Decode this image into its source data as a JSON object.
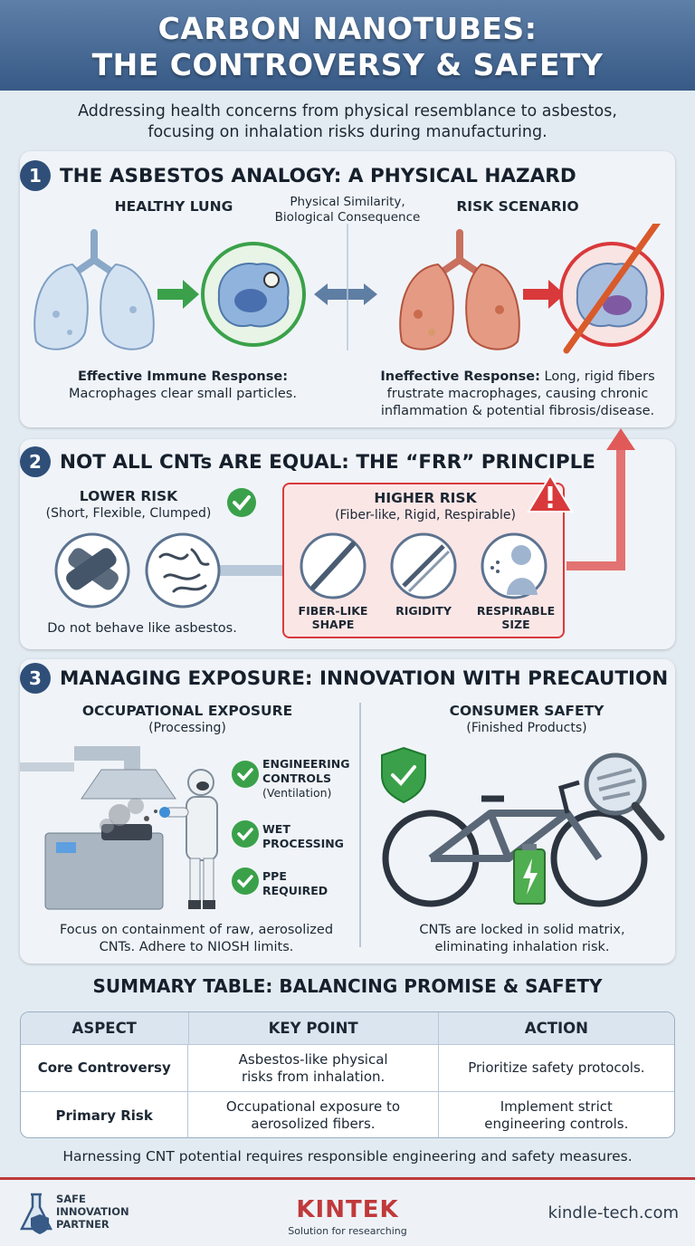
{
  "header": {
    "title_line1": "CARBON NANOTUBES:",
    "title_line2": "THE CONTROVERSY & SAFETY"
  },
  "intro": {
    "line1": "Addressing health concerns from physical resemblance to asbestos,",
    "line2": "focusing on inhalation risks during manufacturing."
  },
  "section1": {
    "number": "1",
    "title": "THE ASBESTOS ANALOGY: A PHYSICAL HAZARD",
    "healthy_label": "HEALTHY LUNG",
    "center_line1": "Physical Similarity,",
    "center_line2": "Biological Consequence",
    "risk_label": "RISK SCENARIO",
    "healthy_bold": "Effective Immune Response:",
    "healthy_text": "Macrophages clear small particles.",
    "risk_bold": "Ineffective Response:",
    "risk_text1": " Long, rigid fibers",
    "risk_text2": "frustrate macrophages, causing chronic",
    "risk_text3": "inflammation & potential fibrosis/disease."
  },
  "section2": {
    "number": "2",
    "title": "NOT ALL CNTs ARE EQUAL: THE “FRR” PRINCIPLE",
    "lower_label": "LOWER RISK",
    "lower_sub": "(Short, Flexible, Clumped)",
    "lower_text": "Do not behave like asbestos.",
    "higher_label": "HIGHER RISK",
    "higher_sub": "(Fiber-like, Rigid, Respirable)",
    "fiber_line1": "FIBER-LIKE",
    "fiber_line2": "SHAPE",
    "rigidity": "RIGIDITY",
    "resp_line1": "RESPIRABLE",
    "resp_line2": "SIZE"
  },
  "section3": {
    "number": "3",
    "title": "MANAGING EXPOSURE: INNOVATION WITH PRECAUTION",
    "occ_label": "OCCUPATIONAL EXPOSURE",
    "occ_sub": "(Processing)",
    "cons_label": "CONSUMER SAFETY",
    "cons_sub": "(Finished Products)",
    "ctrl1_line1": "ENGINEERING",
    "ctrl1_line2": "CONTROLS",
    "ctrl1_line3": "(Ventilation)",
    "ctrl2_line1": "WET",
    "ctrl2_line2": "PROCESSING",
    "ctrl3_line1": "PPE",
    "ctrl3_line2": "REQUIRED",
    "occ_text1": "Focus on containment of raw, aerosolized",
    "occ_text2": "CNTs. Adhere to NIOSH limits.",
    "cons_text1": "CNTs are locked in solid matrix,",
    "cons_text2": "eliminating inhalation risk."
  },
  "summary": {
    "title": "SUMMARY TABLE: BALANCING PROMISE & SAFETY",
    "headers": [
      "ASPECT",
      "KEY POINT",
      "ACTION"
    ],
    "rows": [
      [
        "Core Controversy",
        "Asbestos-like physical risks from inhalation.",
        "Prioritize safety protocols."
      ],
      [
        "Primary Risk",
        "Occupational exposure to aerosolized fibers.",
        "Implement strict engineering controls."
      ]
    ],
    "closing": "Harnessing CNT potential requires responsible engineering and safety measures."
  },
  "footer": {
    "badge_line1": "SAFE",
    "badge_line2": "INNOVATION",
    "badge_line3": "PARTNER",
    "brand": "KINTEK",
    "tagline": "Solution for researching",
    "website": "kindle-tech.com"
  },
  "colors": {
    "accent_red": "#c0393b",
    "navy": "#2f4f79",
    "check_green": "#3aa14a"
  }
}
